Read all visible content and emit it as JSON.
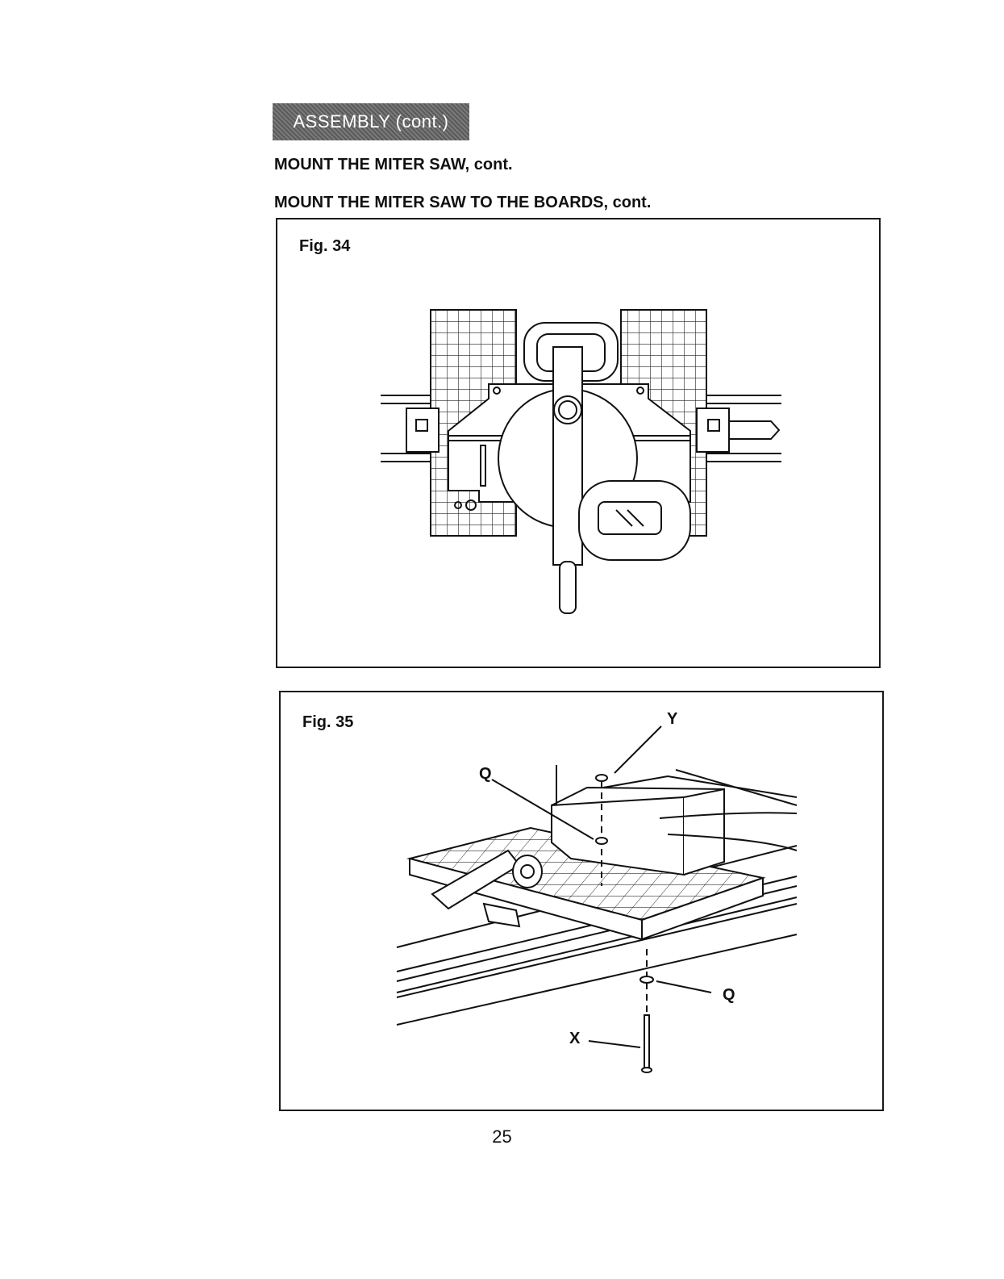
{
  "section_badge": "ASSEMBLY (cont.)",
  "headings": {
    "primary": "MOUNT THE MITER SAW, cont.",
    "secondary": "MOUNT THE MITER SAW TO THE BOARDS, cont."
  },
  "figures": {
    "fig34": {
      "label": "Fig. 34"
    },
    "fig35": {
      "label": "Fig. 35",
      "callouts": {
        "y": "Y",
        "q_top": "Q",
        "q_bottom": "Q",
        "x": "X"
      }
    }
  },
  "page_number": "25"
}
